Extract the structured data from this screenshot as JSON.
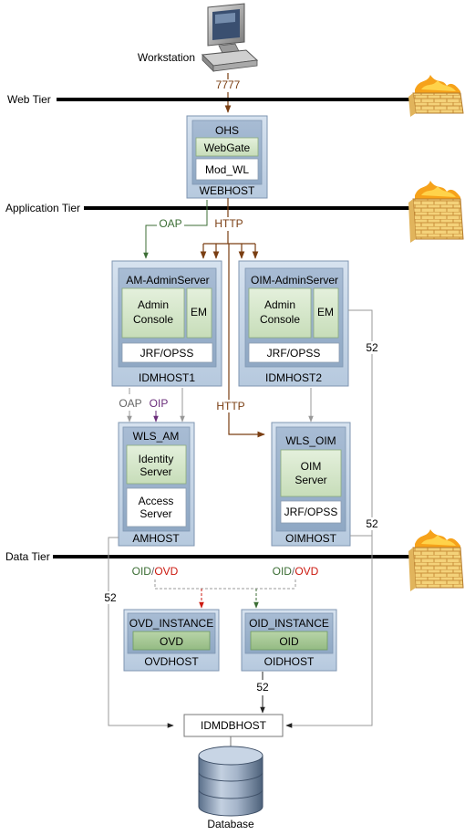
{
  "workstation": {
    "label": "Workstation",
    "port": "7777"
  },
  "tiers": {
    "web": "Web Tier",
    "application": "Application Tier",
    "data": "Data Tier"
  },
  "webhost": {
    "name": "WEBHOST",
    "component": "OHS",
    "items": [
      "WebGate",
      "Mod_WL"
    ]
  },
  "protocols": {
    "oap": "OAP",
    "http": "HTTP",
    "oip": "OIP",
    "oid": "OID",
    "slash": "/",
    "ovd": "OVD",
    "port52": "52"
  },
  "idmhost1": {
    "name": "IDMHOST1",
    "server": "AM-AdminServer",
    "admin_console": [
      "Admin",
      "Console"
    ],
    "em": "EM",
    "jrf": "JRF/OPSS"
  },
  "idmhost2": {
    "name": "IDMHOST2",
    "server": "OIM-AdminServer",
    "admin_console": [
      "Admin",
      "Console"
    ],
    "em": "EM",
    "jrf": "JRF/OPSS"
  },
  "amhost": {
    "name": "AMHOST",
    "server": "WLS_AM",
    "identity_server": [
      "Identity",
      "Server"
    ],
    "access_server": [
      "Access",
      "Server"
    ]
  },
  "oimhost": {
    "name": "OIMHOST",
    "server": "WLS_OIM",
    "oim_server": [
      "OIM",
      "Server"
    ],
    "jrf": "JRF/OPSS"
  },
  "ovdhost": {
    "name": "OVDHOST",
    "instance": "OVD_INSTANCE",
    "component": "OVD"
  },
  "oidhost": {
    "name": "OIDHOST",
    "instance": "OID_INSTANCE",
    "component": "OID"
  },
  "idmdbhost": {
    "name": "IDMDBHOST"
  },
  "database": {
    "label": "Database"
  },
  "colors": {
    "brown": "#7a3e12",
    "green": "#3c6e35",
    "purple": "#6a2d7a",
    "red": "#cc1a10",
    "gray": "#888888",
    "hostfill": "#c9d7e6",
    "compfill": "#d9e9d2"
  }
}
